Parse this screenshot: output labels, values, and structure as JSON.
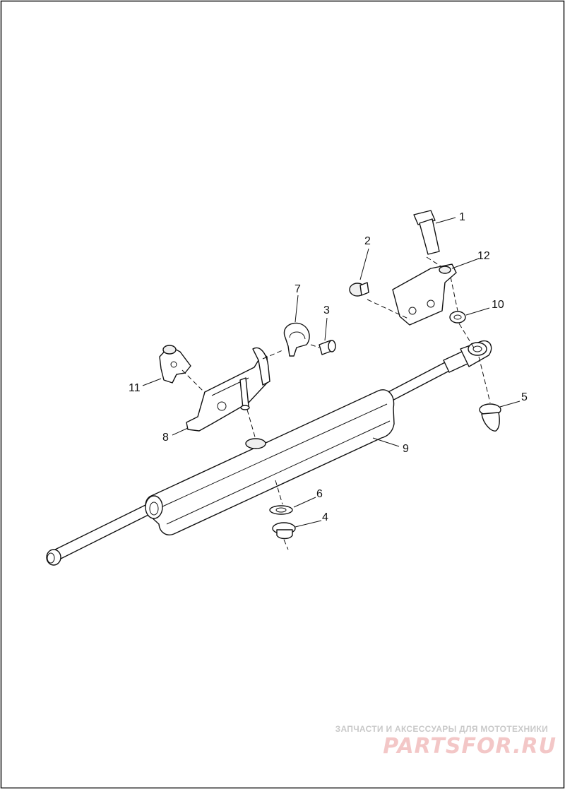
{
  "diagram": {
    "callouts": [
      {
        "id": "c1",
        "label": "1"
      },
      {
        "id": "c2",
        "label": "2"
      },
      {
        "id": "c3",
        "label": "3"
      },
      {
        "id": "c4",
        "label": "4"
      },
      {
        "id": "c5",
        "label": "5"
      },
      {
        "id": "c6",
        "label": "6"
      },
      {
        "id": "c7",
        "label": "7"
      },
      {
        "id": "c8",
        "label": "8"
      },
      {
        "id": "c9",
        "label": "9"
      },
      {
        "id": "c10",
        "label": "10"
      },
      {
        "id": "c11",
        "label": "11"
      },
      {
        "id": "c12",
        "label": "12"
      }
    ]
  },
  "watermark": {
    "caption": "ЗАПЧАСТИ И АКСЕССУАРЫ ДЛЯ МОТОТЕХНИКИ",
    "logo_text": "PARTSFOR.RU",
    "colors": {
      "logo": "#f3c7c7",
      "caption": "#c9c9c9"
    }
  }
}
